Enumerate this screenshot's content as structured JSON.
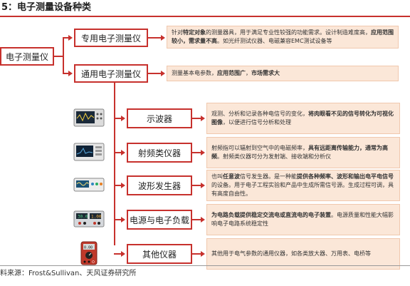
{
  "title": "5：电子测量设备种类",
  "root": {
    "label": "电子测量仪"
  },
  "categories": {
    "special": {
      "label": "专用电子测量仪",
      "desc_parts": [
        {
          "t": "针对",
          "b": false
        },
        {
          "t": "特定对象",
          "b": true
        },
        {
          "t": "的测量器具，用于满足专业性较强的功能需求。设计制造难度高，",
          "b": false
        },
        {
          "t": "应用范围较小，需求量不高",
          "b": true
        },
        {
          "t": "。如光纤测试仪器、电磁兼容EMC测试设备等",
          "b": false
        }
      ]
    },
    "general": {
      "label": "通用电子测量仪",
      "desc_parts": [
        {
          "t": "测量基本电参数，",
          "b": false
        },
        {
          "t": "应用范围广",
          "b": true
        },
        {
          "t": "，",
          "b": false
        },
        {
          "t": "市场需求大",
          "b": true
        }
      ]
    }
  },
  "instruments": [
    {
      "label": "示波器",
      "image_icon": "oscilloscope-icon",
      "desc_parts": [
        {
          "t": "观测、分析和记录各种电信号的变化，",
          "b": false
        },
        {
          "t": "将肉眼看不见的信号转化为可视化图像",
          "b": true
        },
        {
          "t": "，以便进行信号分析和处理",
          "b": false
        }
      ]
    },
    {
      "label": "射频类仪器",
      "image_icon": "rf-analyzer-icon",
      "desc_parts": [
        {
          "t": "射频指可以辐射到空气中的电磁频率，",
          "b": false
        },
        {
          "t": "具有远距离传输能力，通常为高频",
          "b": true
        },
        {
          "t": "。射频类仪器可分为发射端、接收端和分析仪",
          "b": false
        }
      ]
    },
    {
      "label": "波形发生器",
      "image_icon": "waveform-generator-icon",
      "desc_parts": [
        {
          "t": "也叫",
          "b": false
        },
        {
          "t": "任意波",
          "b": true
        },
        {
          "t": "信号发生器。是一种能",
          "b": false
        },
        {
          "t": "提供各种频率、波形和输出电平电信号",
          "b": true
        },
        {
          "t": "的设备。用于电子工程实验和产品中生成所需信号源。生成过程可调，具有高度自由性。",
          "b": false
        }
      ]
    },
    {
      "label": "电源与电子负载",
      "image_icon": "power-supply-icon",
      "desc_parts": [
        {
          "t": "为电路负载提供稳定交流电或直流电的电子装置",
          "b": true
        },
        {
          "t": "。电源质量和性能大幅影响电子电路系统稳定性",
          "b": false
        }
      ]
    },
    {
      "label": "其他仪器",
      "image_icon": "multimeter-icon",
      "desc_parts": [
        {
          "t": "其他用于电气参数的通用仪器，如各类放大器、万用表、电桥等",
          "b": false
        }
      ]
    }
  ],
  "footer": "料来源：Frost&Sullivan、天风证券研究所",
  "colors": {
    "accent": "#c7312d",
    "desc_bg": "#fbe7d8"
  }
}
